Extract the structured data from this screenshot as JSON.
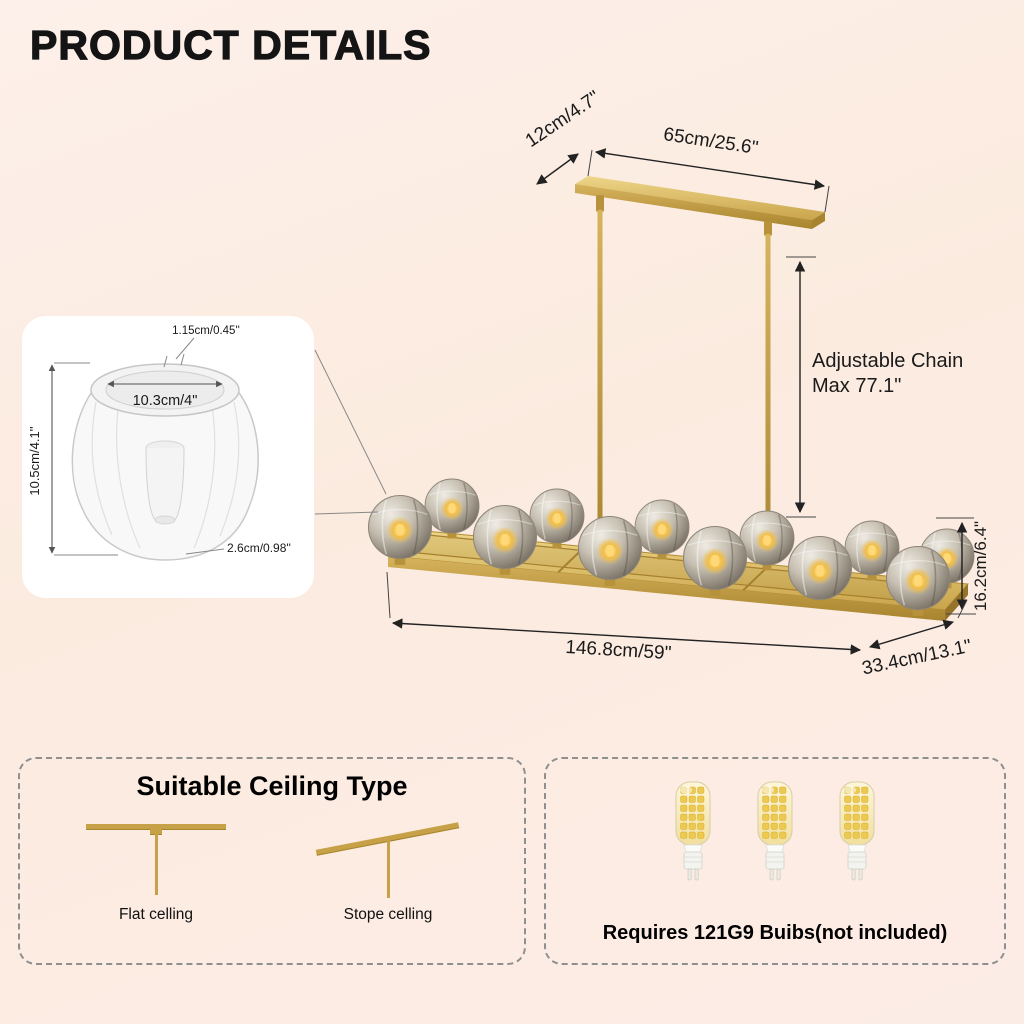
{
  "page": {
    "title": "PRODUCT DETAILS"
  },
  "diagram": {
    "canopy_depth": "12cm/4.7\"",
    "canopy_length": "65cm/25.6\"",
    "chain_label_line1": "Adjustable Chain",
    "chain_label_line2": "Max 77.1\"",
    "fixture_length": "146.8cm/59\"",
    "fixture_depth": "33.4cm/13.1\"",
    "fixture_height": "16.2cm/6.4\"",
    "shade_detail": {
      "rim_thickness": "1.15cm/0.45''",
      "opening_diameter": "10.3cm/4\"",
      "height": "10.5cm/4.1''",
      "base_width": "2.6cm/0.98''"
    }
  },
  "ceiling_box": {
    "title": "Suitable Ceiling Type",
    "flat_label": "Flat celling",
    "slope_label": "Stope celling"
  },
  "bulb_box": {
    "requirement": "Requires 121G9 Buibs(not included)"
  },
  "colors": {
    "gold": "#c6a148",
    "background": "#fcece4",
    "glass": "#b9b2a5"
  }
}
